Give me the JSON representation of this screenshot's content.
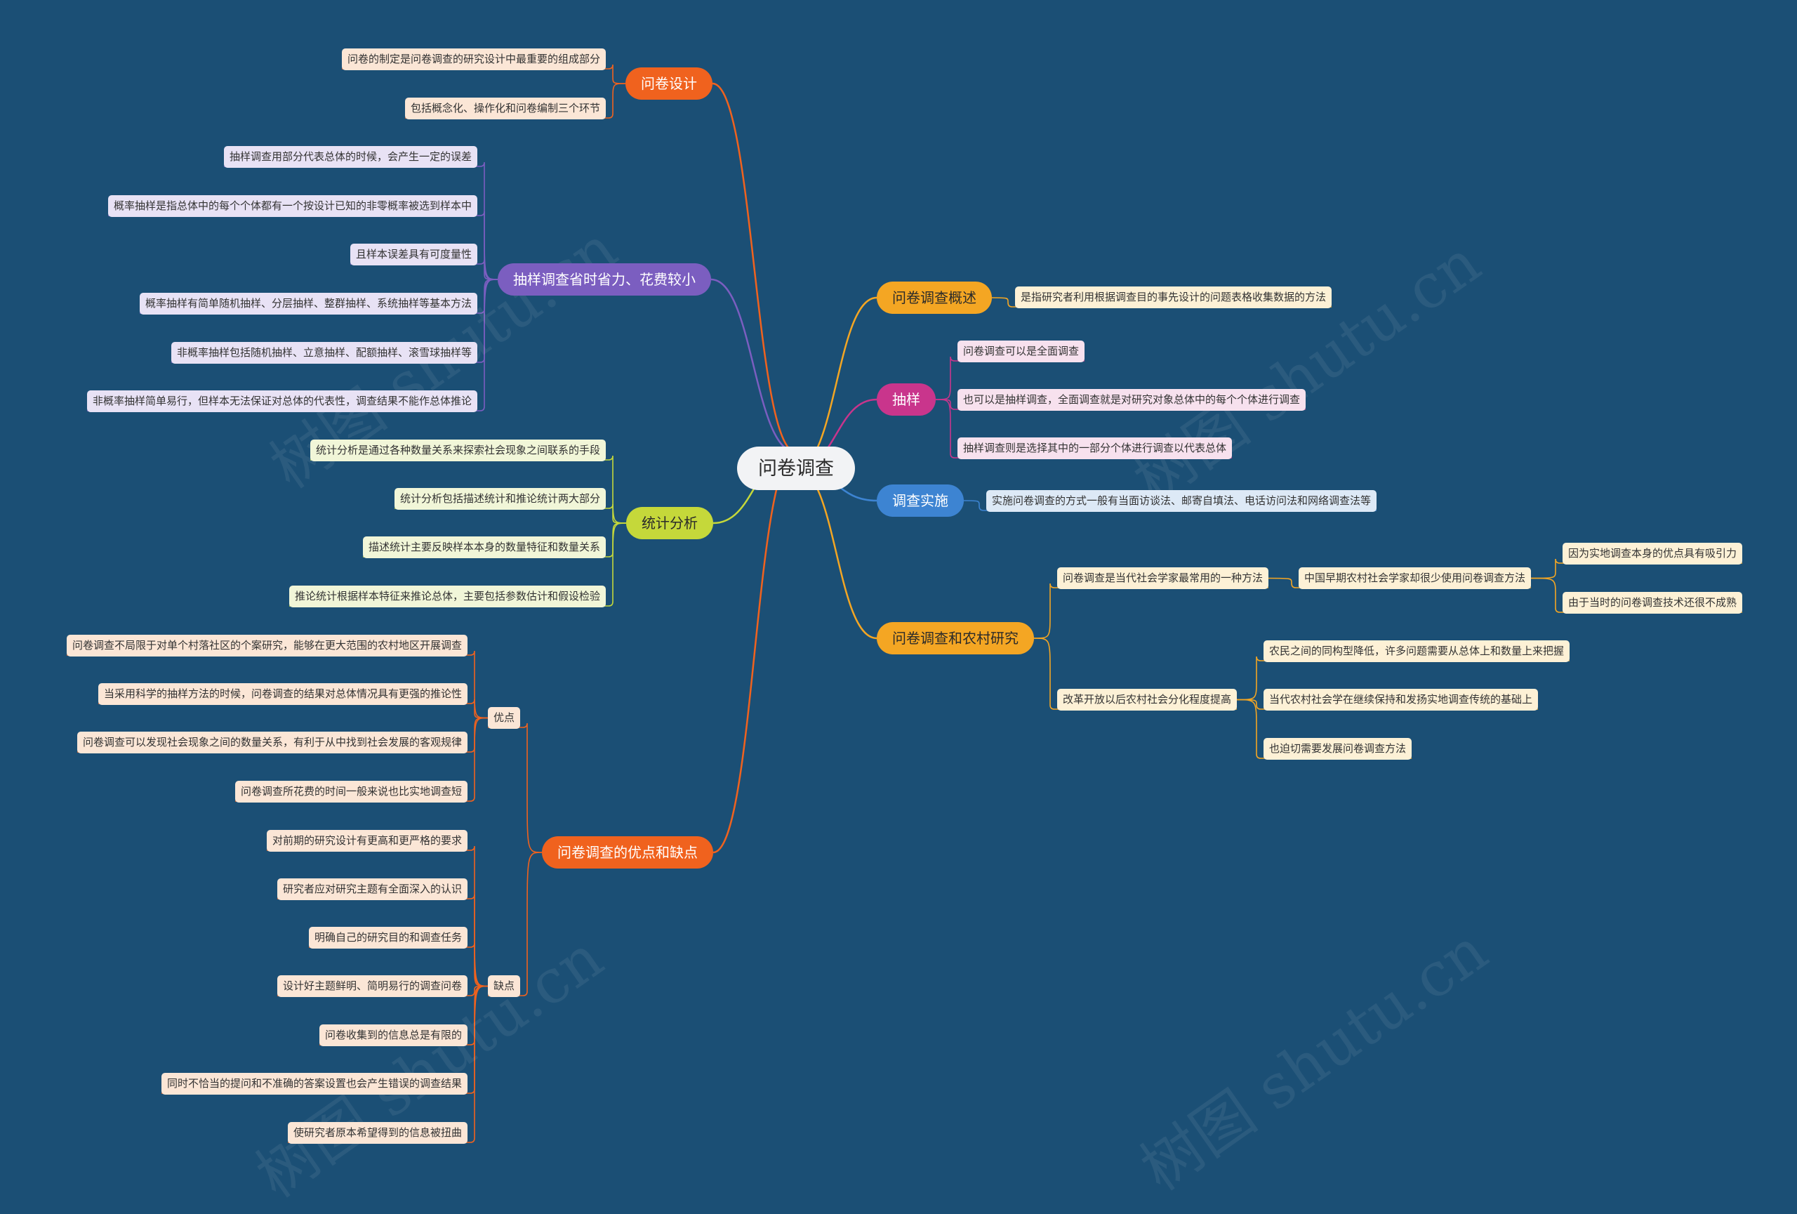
{
  "root": {
    "label": "问卷调查"
  },
  "branches": {
    "design": {
      "label": "问卷设计",
      "color": "#f0621e",
      "items": [
        "问卷的制定是问卷调查的研究设计中最重要的组成部分",
        "包括概念化、操作化和问卷编制三个环节"
      ]
    },
    "sampling_cost": {
      "label": "抽样调查省时省力、花费较小",
      "color": "#7b5ec0",
      "items": [
        "抽样调查用部分代表总体的时候，会产生一定的误差",
        "概率抽样是指总体中的每个个体都有一个按设计已知的非零概率被选到样本中",
        "且样本误差具有可度量性",
        "概率抽样有简单随机抽样、分层抽样、整群抽样、系统抽样等基本方法",
        "非概率抽样包括随机抽样、立意抽样、配额抽样、滚雪球抽样等",
        "非概率抽样简单易行，但样本无法保证对总体的代表性，调查结果不能作总体推论"
      ]
    },
    "stats": {
      "label": "统计分析",
      "color": "#c5d83a",
      "items": [
        "统计分析是通过各种数量关系来探索社会现象之间联系的手段",
        "统计分析包括描述统计和推论统计两大部分",
        "描述统计主要反映样本本身的数量特征和数量关系",
        "推论统计根据样本特征来推论总体，主要包括参数估计和假设检验"
      ]
    },
    "pros_cons": {
      "label": "问卷调查的优点和缺点",
      "color": "#f0621e",
      "pros": {
        "label": "优点",
        "items": [
          "问卷调查不局限于对单个村落社区的个案研究，能够在更大范围的农村地区开展调查",
          "当采用科学的抽样方法的时候，问卷调查的结果对总体情况具有更强的推论性",
          "问卷调查可以发现社会现象之间的数量关系，有利于从中找到社会发展的客观规律",
          "问卷调查所花费的时间一般来说也比实地调查短"
        ]
      },
      "cons": {
        "label": "缺点",
        "items": [
          "对前期的研究设计有更高和更严格的要求",
          "研究者应对研究主题有全面深入的认识",
          "明确自己的研究目的和调查任务",
          "设计好主题鲜明、简明易行的调查问卷",
          "问卷收集到的信息总是有限的",
          "同时不恰当的提问和不准确的答案设置也会产生错误的调查结果",
          "使研究者原本希望得到的信息被扭曲"
        ]
      }
    },
    "overview": {
      "label": "问卷调查概述",
      "color": "#f4a623",
      "items": [
        "是指研究者利用根据调查目的事先设计的问题表格收集数据的方法"
      ]
    },
    "sampling": {
      "label": "抽样",
      "color": "#c9358c",
      "items": [
        "问卷调查可以是全面调查",
        "也可以是抽样调查，全面调查就是对研究对象总体中的每个个体进行调查",
        "抽样调查则是选择其中的一部分个体进行调查以代表总体"
      ]
    },
    "implement": {
      "label": "调查实施",
      "color": "#3d84d2",
      "items": [
        "实施问卷调查的方式一般有当面访谈法、邮寄自填法、电话访问法和网络调查法等"
      ]
    },
    "rural": {
      "label": "问卷调查和农村研究",
      "color": "#f4a623",
      "sub1": {
        "label": "问卷调查是当代社会学家最常用的一种方法",
        "child": {
          "label": "中国早期农村社会学家却很少使用问卷调查方法",
          "items": [
            "因为实地调查本身的优点具有吸引力",
            "由于当时的问卷调查技术还很不成熟"
          ]
        }
      },
      "sub2": {
        "label": "改革开放以后农村社会分化程度提高",
        "items": [
          "农民之间的同构型降低，许多问题需要从总体上和数量上来把握",
          "当代农村社会学在继续保持和发扬实地调查传统的基础上",
          "也迫切需要发展问卷调查方法"
        ]
      }
    }
  },
  "watermarks": [
    "树图 shutu.cn",
    "树图 shutu.cn",
    "树图 shutu.cn",
    "树图 shutu.cn"
  ]
}
